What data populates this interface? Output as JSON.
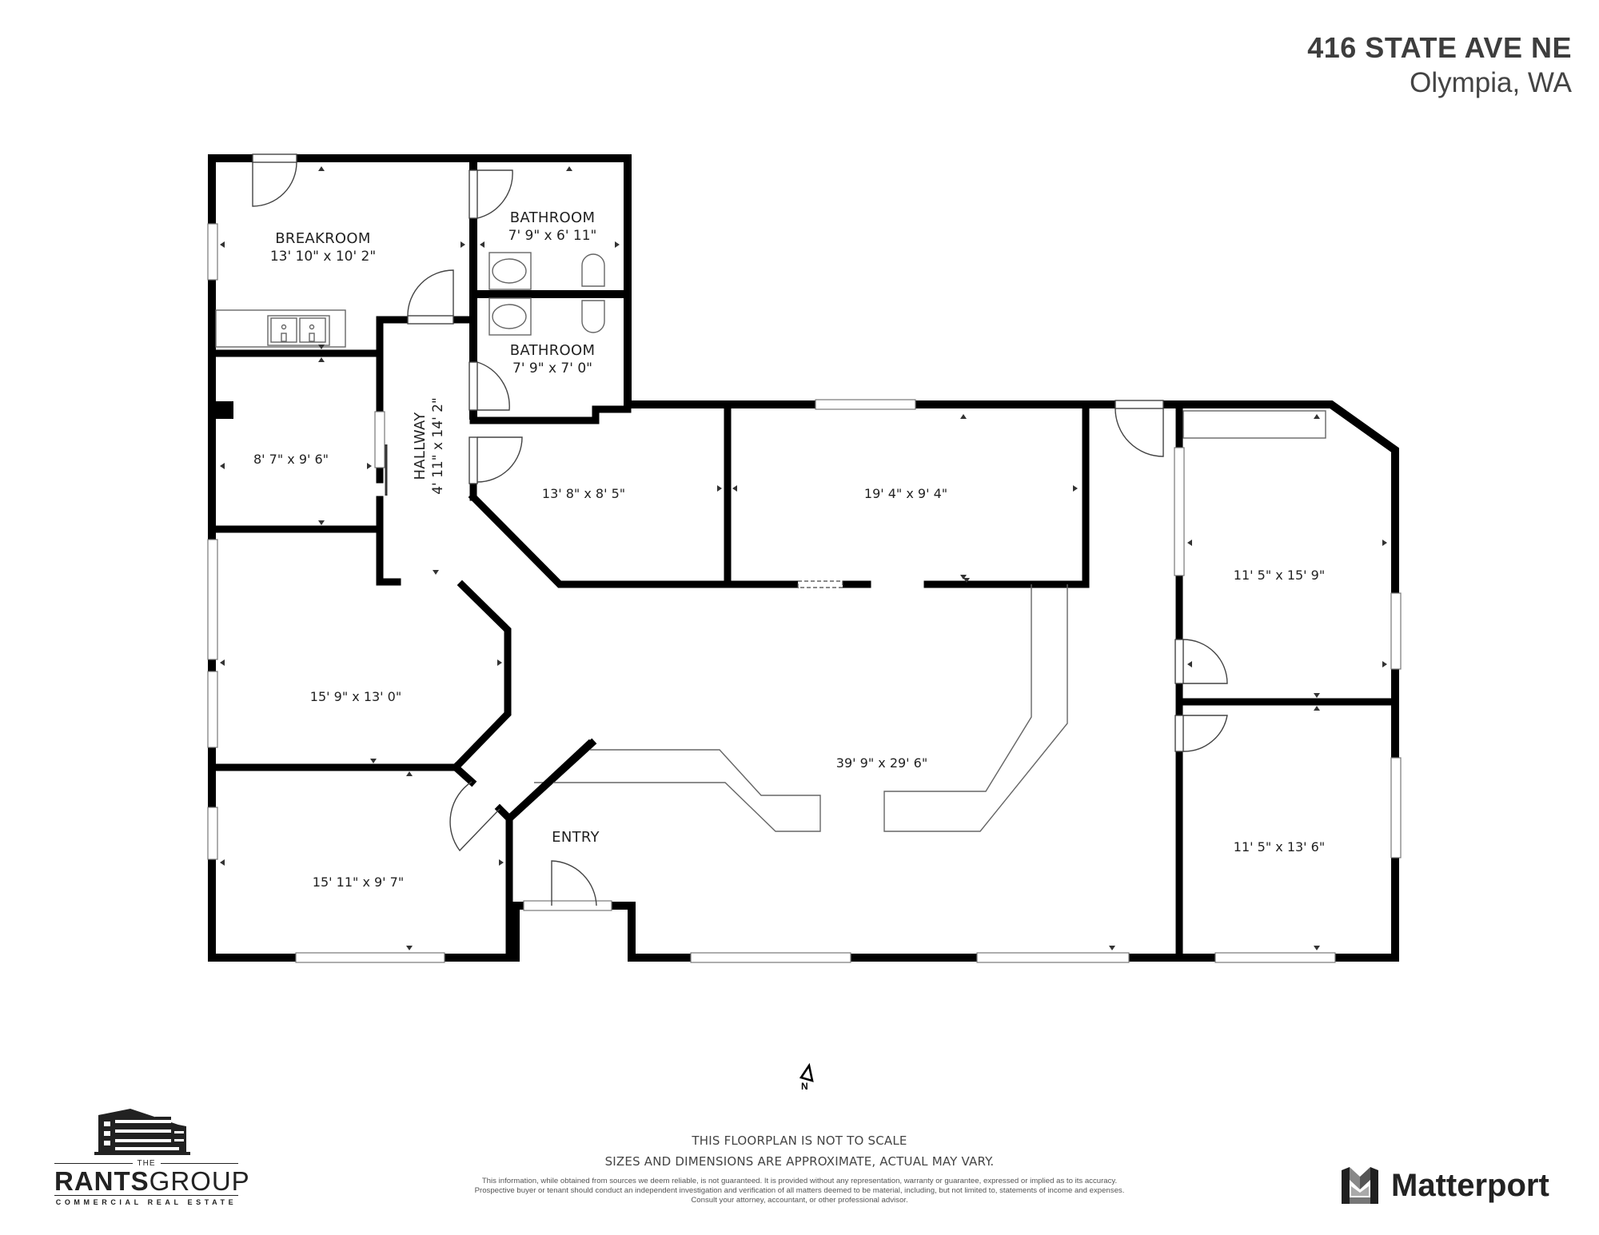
{
  "header": {
    "street": "416 STATE AVE NE",
    "city": "Olympia, WA"
  },
  "rooms": [
    {
      "id": "breakroom",
      "name": "BREAKROOM",
      "dimensions": "13' 10\" x 10' 2\""
    },
    {
      "id": "bathroom-1",
      "name": "BATHROOM",
      "dimensions": "7' 9\" x 6' 11\""
    },
    {
      "id": "bathroom-2",
      "name": "BATHROOM",
      "dimensions": "7' 9\" x 7' 0\""
    },
    {
      "id": "hallway",
      "name": "HALLWAY",
      "dimensions": "4' 11\" x 14' 2\""
    },
    {
      "id": "office-a",
      "name": "",
      "dimensions": "8' 7\" x 9' 6\""
    },
    {
      "id": "office-b",
      "name": "",
      "dimensions": "13' 8\" x 8' 5\""
    },
    {
      "id": "office-c",
      "name": "",
      "dimensions": "19' 4\" x 9' 4\""
    },
    {
      "id": "office-d",
      "name": "",
      "dimensions": "11' 5\" x 15' 9\""
    },
    {
      "id": "office-e",
      "name": "",
      "dimensions": "15' 9\" x 13' 0\""
    },
    {
      "id": "main-area",
      "name": "",
      "dimensions": "39' 9\" x 29' 6\""
    },
    {
      "id": "office-f",
      "name": "",
      "dimensions": "11' 5\" x 13' 6\""
    },
    {
      "id": "office-g",
      "name": "",
      "dimensions": "15' 11\" x 9' 7\""
    },
    {
      "id": "entry",
      "name": "ENTRY",
      "dimensions": ""
    }
  ],
  "compass": {
    "label": "N",
    "icon": "north-arrow-icon"
  },
  "disclaimer": {
    "line1": "THIS FLOORPLAN IS NOT TO SCALE",
    "line2": "SIZES AND DIMENSIONS ARE APPROXIMATE, ACTUAL MAY VARY.",
    "fine1": "This information, while obtained from sources we deem reliable, is not guaranteed. It is provided without any representation, warranty or guarantee, expressed or implied as to its accuracy.",
    "fine2": "Prospective buyer or tenant should conduct an independent investigation and verification of all matters deemed to be material, including, but not limited to, statements of income and expenses.",
    "fine3": "Consult your attorney, accountant, or other professional advisor."
  },
  "logos": {
    "rants": {
      "the": "THE",
      "bold": "RANTS",
      "light": "GROUP",
      "sub": "COMMERCIAL REAL ESTATE"
    },
    "matterport": {
      "word": "Matterport"
    }
  },
  "colors": {
    "wall": "#000000",
    "fixture": "#555555",
    "text": "#222222",
    "background": "#ffffff"
  }
}
